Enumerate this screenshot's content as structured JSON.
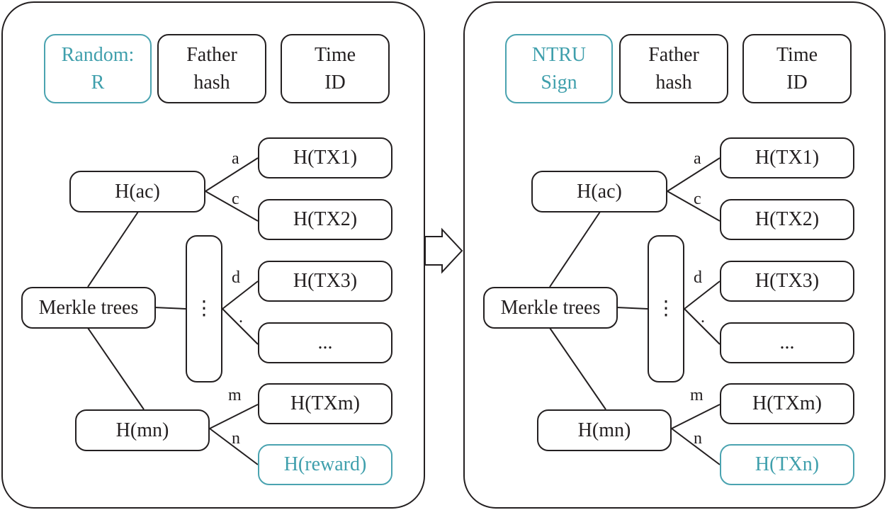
{
  "left": {
    "header": {
      "first": "Random:\nR",
      "second": "Father\nhash",
      "third": "Time\nID"
    },
    "root": "Merkle trees",
    "hac": "H(ac)",
    "hmn": "H(mn)",
    "ellipsis_box": "⋮",
    "leaves": {
      "tx1": "H(TX1)",
      "tx2": "H(TX2)",
      "tx3": "H(TX3)",
      "dots": "...",
      "txm": "H(TXm)",
      "last": "H(reward)"
    },
    "edges": {
      "a": "a",
      "c": "c",
      "d": "d",
      "dot": ".",
      "m": "m",
      "n": "n"
    }
  },
  "right": {
    "header": {
      "first": "NTRU\nSign",
      "second": "Father\nhash",
      "third": "Time\nID"
    },
    "root": "Merkle trees",
    "hac": "H(ac)",
    "hmn": "H(mn)",
    "ellipsis_box": "⋮",
    "leaves": {
      "tx1": "H(TX1)",
      "tx2": "H(TX2)",
      "tx3": "H(TX3)",
      "dots": "...",
      "txm": "H(TXm)",
      "last": "H(TXn)"
    },
    "edges": {
      "a": "a",
      "c": "c",
      "d": "d",
      "dot": ".",
      "m": "m",
      "n": "n"
    }
  },
  "colors": {
    "accent": "#3f9fac",
    "stroke": "#231f20"
  }
}
